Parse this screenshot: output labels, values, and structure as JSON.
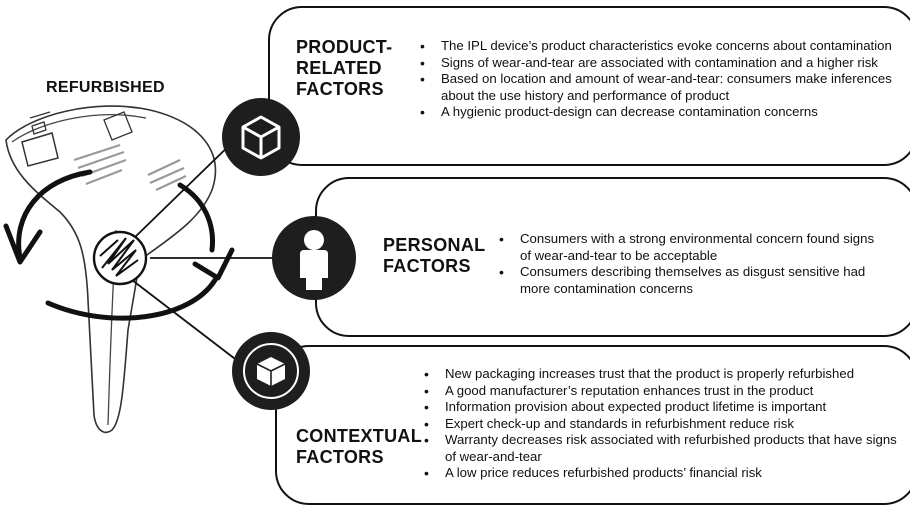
{
  "device_title": "REFURBISHED",
  "icons": {
    "product": "cube-icon",
    "personal": "person-icon",
    "contextual": "package-box-icon",
    "device": "ipl-device-illustration",
    "cycle": "circular-arrows-icon"
  },
  "panels": {
    "product": {
      "heading": "PRODUCT-\nRELATED\nFACTORS",
      "bullets": [
        "The IPL device’s product characteristics evoke concerns about contamination",
        "Signs of wear-and-tear are associated with contamination and a higher risk",
        "Based on location and amount of wear-and-tear: consumers make inferences about the use history and performance of product",
        "A hygienic product-design can decrease contamination concerns"
      ]
    },
    "personal": {
      "heading": "PERSONAL\nFACTORS",
      "bullets": [
        "Consumers with a strong environmental concern found signs of wear-and-tear to be acceptable",
        "Consumers describing themselves as disgust sensitive had more contamination concerns"
      ]
    },
    "contextual": {
      "heading": "CONTEXTUAL\nFACTORS",
      "bullets": [
        "New packaging increases trust that the product is properly refurbished",
        "A good manufacturer’s reputation enhances trust in the product",
        "Information provision about expected product lifetime is important",
        "Expert check-up and standards in refurbishment reduce risk",
        "Warranty decreases risk associated with refurbished products that have signs of wear-and-tear",
        "A low price reduces refurbished products’ financial risk"
      ]
    }
  }
}
